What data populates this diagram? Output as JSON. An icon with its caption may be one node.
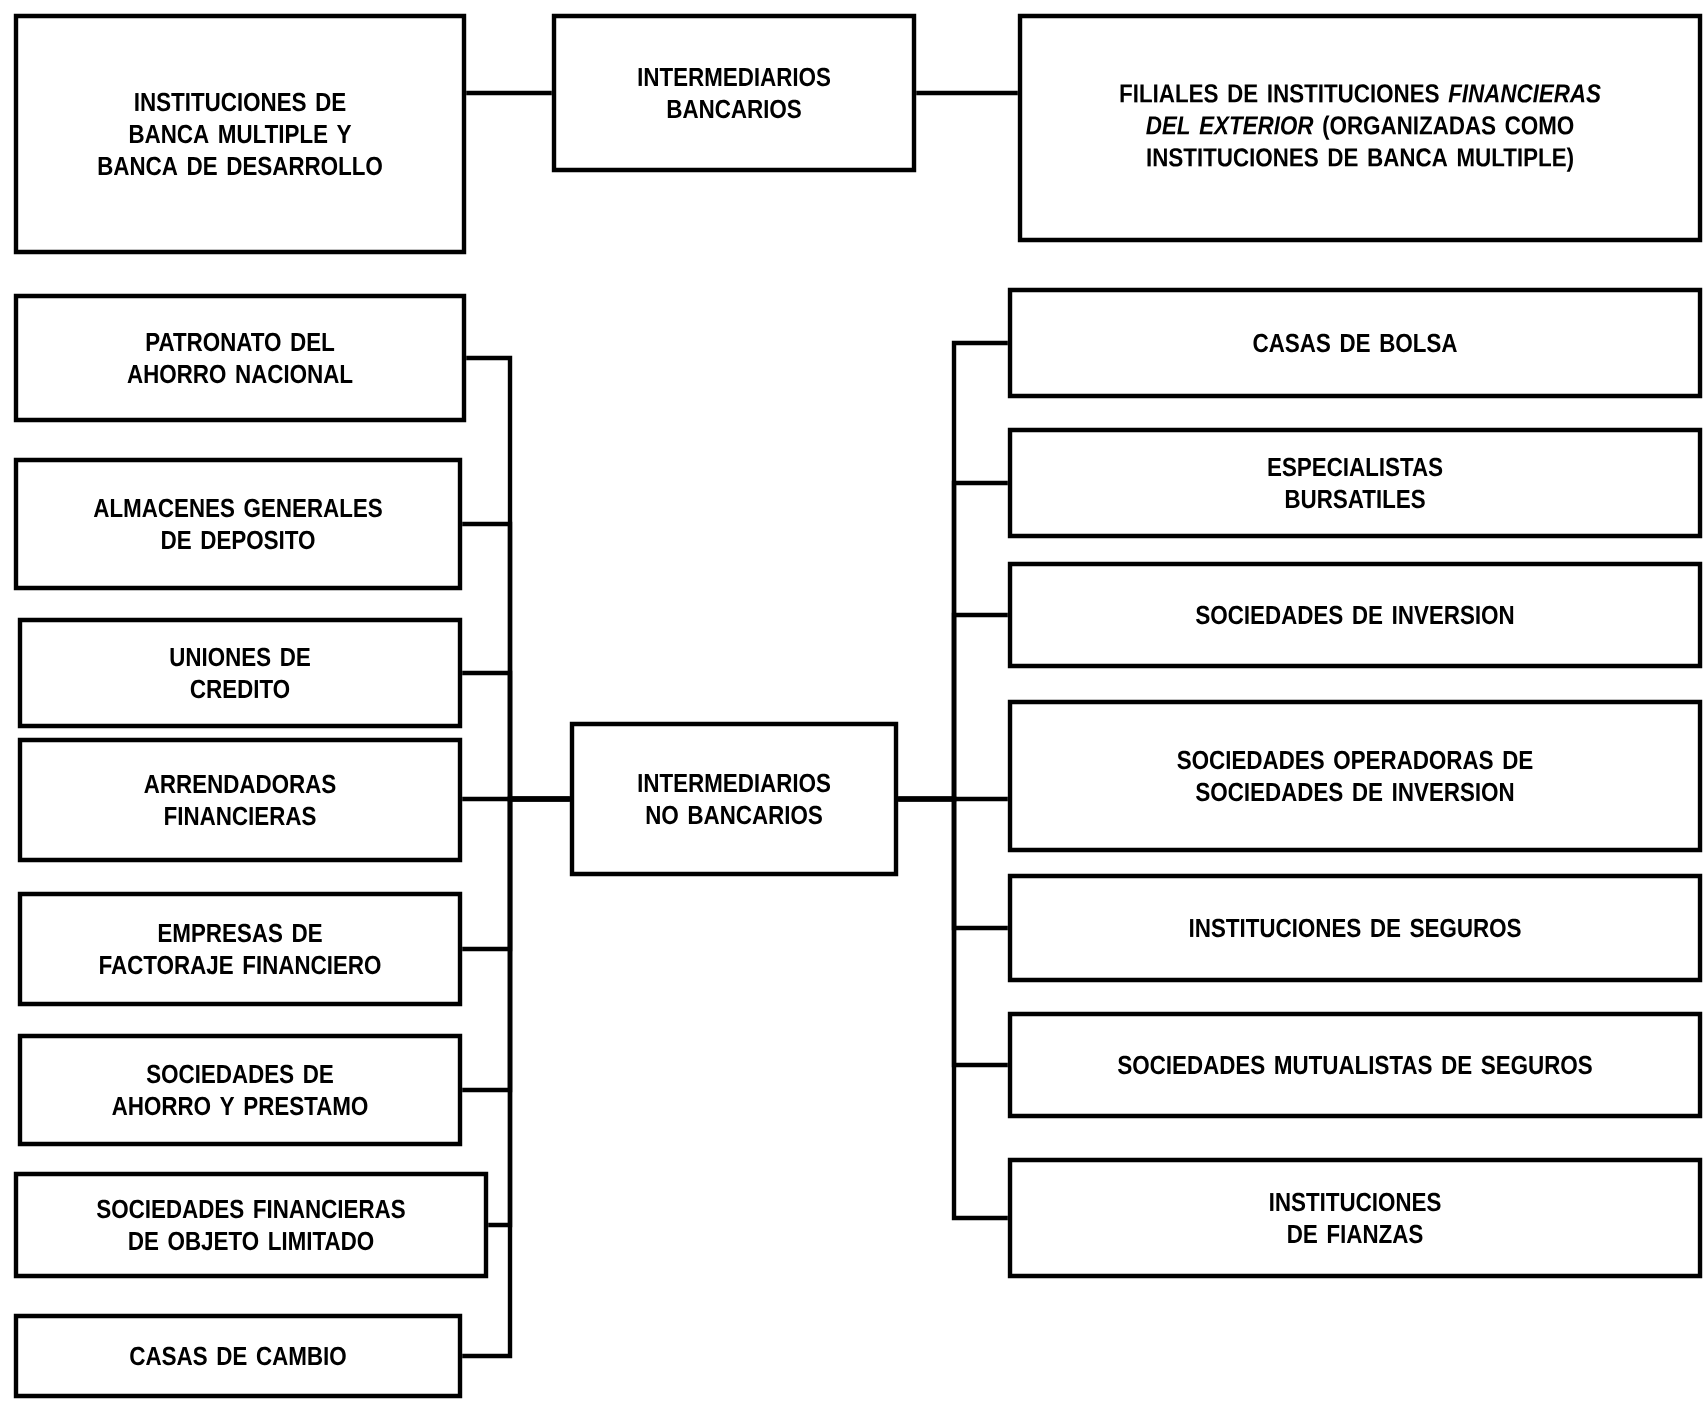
{
  "diagram": {
    "nodes": [
      {
        "text": [
          "INSTITUCIONES DE BANCA MULTIPLE Y BANCA DE DESARROLLO"
        ]
      },
      {
        "text": [
          "INTERMEDIARIOS BANCARIOS"
        ]
      },
      {
        "text": [
          "FILIALES DE INSTITUCIONES *FINANCIERAS DEL EXTERIOR* (ORGANIZADAS COMO INSTITUCIONES DE BANCA MULTIPLE)"
        ]
      },
      {
        "text": [
          "PATRONATO DEL AHORRO NACIONAL"
        ]
      },
      {
        "text": [
          "ALMACENES GENERALES DE DEPOSITO"
        ]
      },
      {
        "text": [
          "UNIONES DE CREDITO"
        ]
      },
      {
        "text": [
          "ARRENDADORAS FINANCIERAS"
        ]
      },
      {
        "text": [
          "EMPRESAS DE FACTORAJE FINANCIERO"
        ]
      },
      {
        "text": [
          "SOCIEDADES DE AHORRO Y PRESTAMO"
        ]
      },
      {
        "text": [
          "SOCIEDADES FINANCIERAS DE OBJETO LIMITADO"
        ]
      },
      {
        "text": [
          "CASAS DE CAMBIO"
        ]
      },
      {
        "text": [
          "INTERMEDIARIOS NO BANCARIOS"
        ]
      },
      {
        "text": [
          "CASAS DE BOLSA"
        ]
      },
      {
        "text": [
          "ESPECIALISTAS BURSATILES"
        ]
      },
      {
        "text": [
          "SOCIEDADES DE INVERSION"
        ]
      },
      {
        "text": [
          "SOCIEDADES OPERADORAS DE SOCIEDADES DE INVERSION"
        ]
      },
      {
        "text": [
          "INSTITUCIONES DE SEGUROS"
        ]
      },
      {
        "text": [
          "SOCIEDADES MUTUALISTAS DE SEGUROS"
        ]
      },
      {
        "text": [
          "INSTITUCIONES DE FIANZAS"
        ]
      }
    ],
    "edges": [
      {
        "from": 1,
        "to": 0,
        "arrow": "none"
      },
      {
        "from": 1,
        "to": 2,
        "arrow": "none"
      },
      {
        "from": 11,
        "to": 3,
        "arrow": "none"
      },
      {
        "from": 11,
        "to": 4,
        "arrow": "none"
      },
      {
        "from": 11,
        "to": 5,
        "arrow": "none"
      },
      {
        "from": 11,
        "to": 6,
        "arrow": "none"
      },
      {
        "from": 11,
        "to": 7,
        "arrow": "none"
      },
      {
        "from": 11,
        "to": 8,
        "arrow": "none"
      },
      {
        "from": 11,
        "to": 9,
        "arrow": "none"
      },
      {
        "from": 11,
        "to": 10,
        "arrow": "none"
      },
      {
        "from": 11,
        "to": 12,
        "arrow": "none"
      },
      {
        "from": 11,
        "to": 13,
        "arrow": "none"
      },
      {
        "from": 11,
        "to": 14,
        "arrow": "none"
      },
      {
        "from": 11,
        "to": 15,
        "arrow": "none"
      },
      {
        "from": 11,
        "to": 16,
        "arrow": "none"
      },
      {
        "from": 11,
        "to": 17,
        "arrow": "none"
      },
      {
        "from": 11,
        "to": 18,
        "arrow": "none"
      }
    ]
  }
}
